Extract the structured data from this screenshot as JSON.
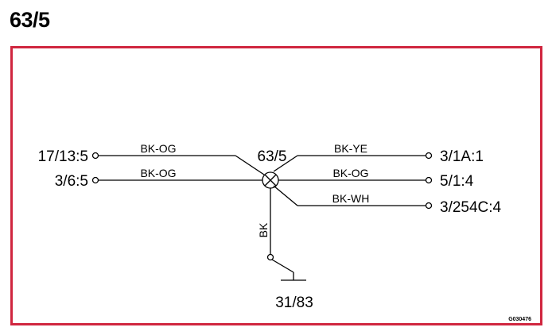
{
  "header": {
    "title": "63/5"
  },
  "diagram": {
    "splice_label": "63/5",
    "left_terminals": [
      {
        "label": "17/13:5",
        "wire": "BK-OG"
      },
      {
        "label": "3/6:5",
        "wire": "BK-OG"
      }
    ],
    "right_terminals": [
      {
        "label": "3/1A:1",
        "wire": "BK-YE"
      },
      {
        "label": "5/1:4",
        "wire": "BK-OG"
      },
      {
        "label": "3/254C:4",
        "wire": "BK-WH"
      }
    ],
    "ground": {
      "label": "31/83",
      "wire": "BK"
    },
    "figure_code": "G030476",
    "colors": {
      "frame": "#d0263f",
      "line": "#000000"
    }
  }
}
